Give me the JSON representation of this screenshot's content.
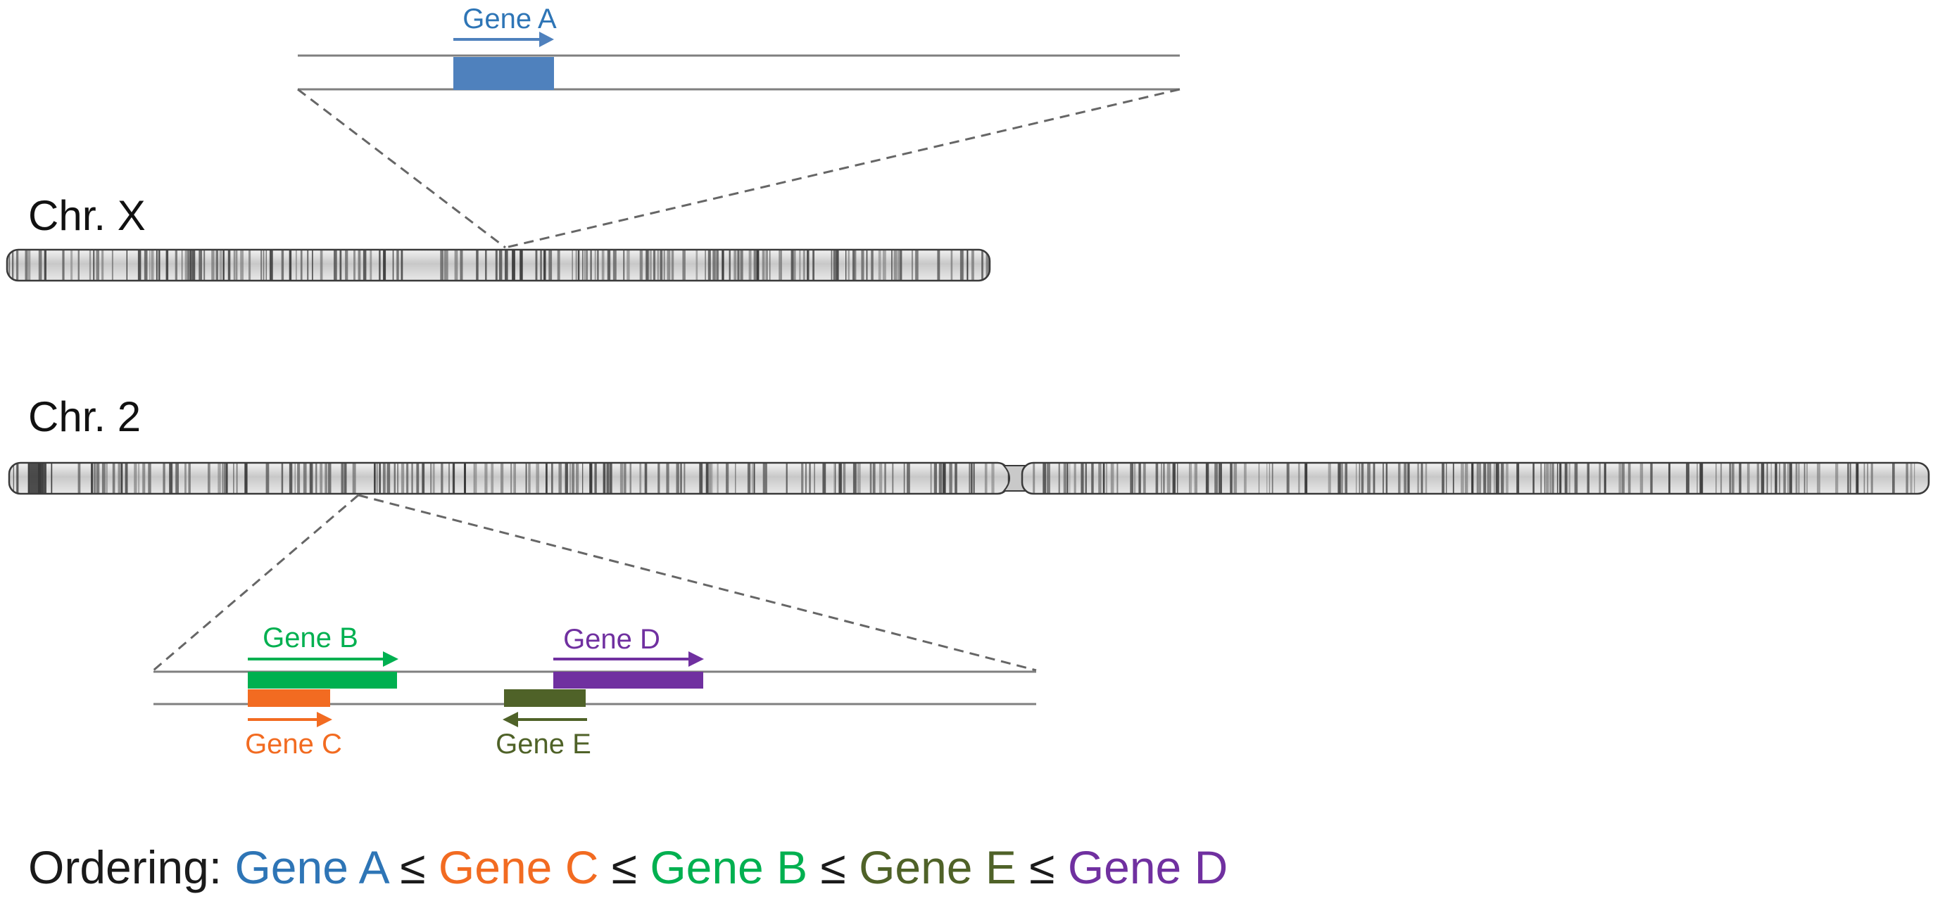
{
  "chromosomes": {
    "x": {
      "label": "Chr. X"
    },
    "two": {
      "label": "Chr. 2"
    }
  },
  "genes": {
    "a": {
      "label": "Gene A",
      "color": "#4f81bd",
      "text_color": "#2e75b6",
      "strand": "forward"
    },
    "b": {
      "label": "Gene B",
      "color": "#00b050",
      "text_color": "#00b050",
      "strand": "forward"
    },
    "c": {
      "label": "Gene C",
      "color": "#f26b21",
      "text_color": "#f26b21",
      "strand": "forward"
    },
    "d": {
      "label": "Gene D",
      "color": "#7030a0",
      "text_color": "#7030a0",
      "strand": "forward"
    },
    "e": {
      "label": "Gene E",
      "color": "#4f6228",
      "text_color": "#4f6228",
      "strand": "reverse"
    }
  },
  "ordering": {
    "prefix": "Ordering:",
    "items": [
      "Gene A",
      "Gene C",
      "Gene B",
      "Gene E",
      "Gene D"
    ],
    "separator": "≤"
  },
  "colors": {
    "line": "#7f7f7f",
    "dash": "#666666",
    "text": "#1a1a1a",
    "chromosome_outline": "#3a3a3a"
  }
}
